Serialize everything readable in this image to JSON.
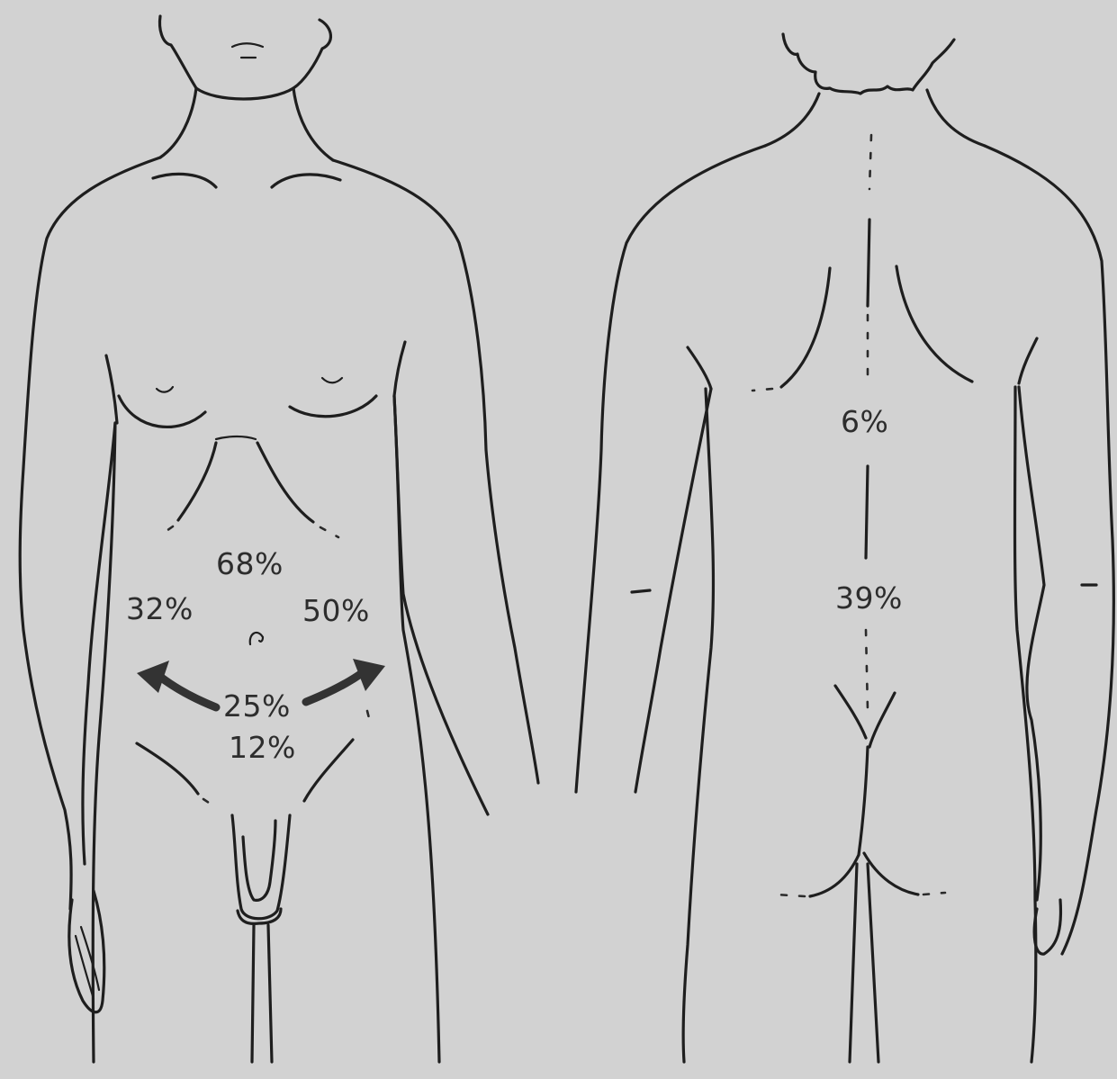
{
  "labels": {
    "front_upper_center": "68%",
    "front_right_flank": "32%",
    "front_left_flank": "50%",
    "front_lower_center": "25%",
    "front_lowest": "12%",
    "back_upper": "6%",
    "back_lower": "39%"
  },
  "colors": {
    "background": "#d2d2d2",
    "line": "#1e1e1e",
    "text": "#2d2d2d"
  }
}
